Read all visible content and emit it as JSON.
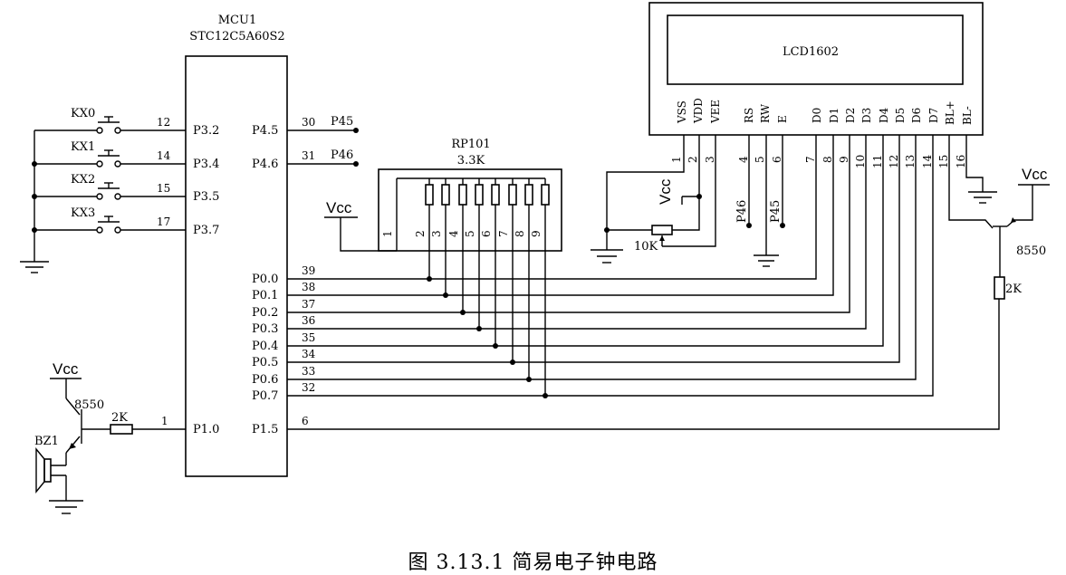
{
  "mcu": {
    "designator": "MCU1",
    "part": "STC12C5A60S2",
    "left_pins": [
      {
        "num": "12",
        "name": "P3.2"
      },
      {
        "num": "14",
        "name": "P3.4"
      },
      {
        "num": "15",
        "name": "P3.5"
      },
      {
        "num": "17",
        "name": "P3.7"
      },
      {
        "num": "1",
        "name": "P1.0"
      }
    ],
    "right_pins": [
      {
        "num": "30",
        "name": "P4.5"
      },
      {
        "num": "31",
        "name": "P4.6"
      },
      {
        "num": "39",
        "name": "P0.0"
      },
      {
        "num": "38",
        "name": "P0.1"
      },
      {
        "num": "37",
        "name": "P0.2"
      },
      {
        "num": "36",
        "name": "P0.3"
      },
      {
        "num": "35",
        "name": "P0.4"
      },
      {
        "num": "34",
        "name": "P0.5"
      },
      {
        "num": "33",
        "name": "P0.6"
      },
      {
        "num": "32",
        "name": "P0.7"
      },
      {
        "num": "6",
        "name": "P1.5"
      }
    ]
  },
  "net_labels": {
    "p45": "P45",
    "p46": "P46"
  },
  "keys": [
    "KX0",
    "KX1",
    "KX2",
    "KX3"
  ],
  "rp": {
    "designator": "RP101",
    "value": "3.3K",
    "pins": [
      "1",
      "2",
      "3",
      "4",
      "5",
      "6",
      "7",
      "8",
      "9"
    ]
  },
  "vcc": "Vcc",
  "lcd": {
    "name": "LCD1602",
    "pins": [
      {
        "label": "VSS",
        "num": "1"
      },
      {
        "label": "VDD",
        "num": "2"
      },
      {
        "label": "VEE",
        "num": "3"
      },
      {
        "label": "RS",
        "num": "4"
      },
      {
        "label": "RW",
        "num": "5"
      },
      {
        "label": "E",
        "num": "6"
      },
      {
        "label": "D0",
        "num": "7"
      },
      {
        "label": "D1",
        "num": "8"
      },
      {
        "label": "D2",
        "num": "9"
      },
      {
        "label": "D3",
        "num": "10"
      },
      {
        "label": "D4",
        "num": "11"
      },
      {
        "label": "D5",
        "num": "12"
      },
      {
        "label": "D6",
        "num": "13"
      },
      {
        "label": "D7",
        "num": "14"
      },
      {
        "label": "BL+",
        "num": "15"
      },
      {
        "label": "BL-",
        "num": "16"
      }
    ]
  },
  "pot": {
    "value": "10K"
  },
  "lcd_net_labels": {
    "p46": "P46",
    "p45": "P45"
  },
  "transistor_bl": {
    "part": "8550"
  },
  "resistor_bl": {
    "value": "2K"
  },
  "transistor_bz": {
    "part": "8550"
  },
  "resistor_bz": {
    "value": "2K"
  },
  "buzzer": {
    "designator": "BZ1"
  },
  "caption": "图 3.13.1 简易电子钟电路"
}
